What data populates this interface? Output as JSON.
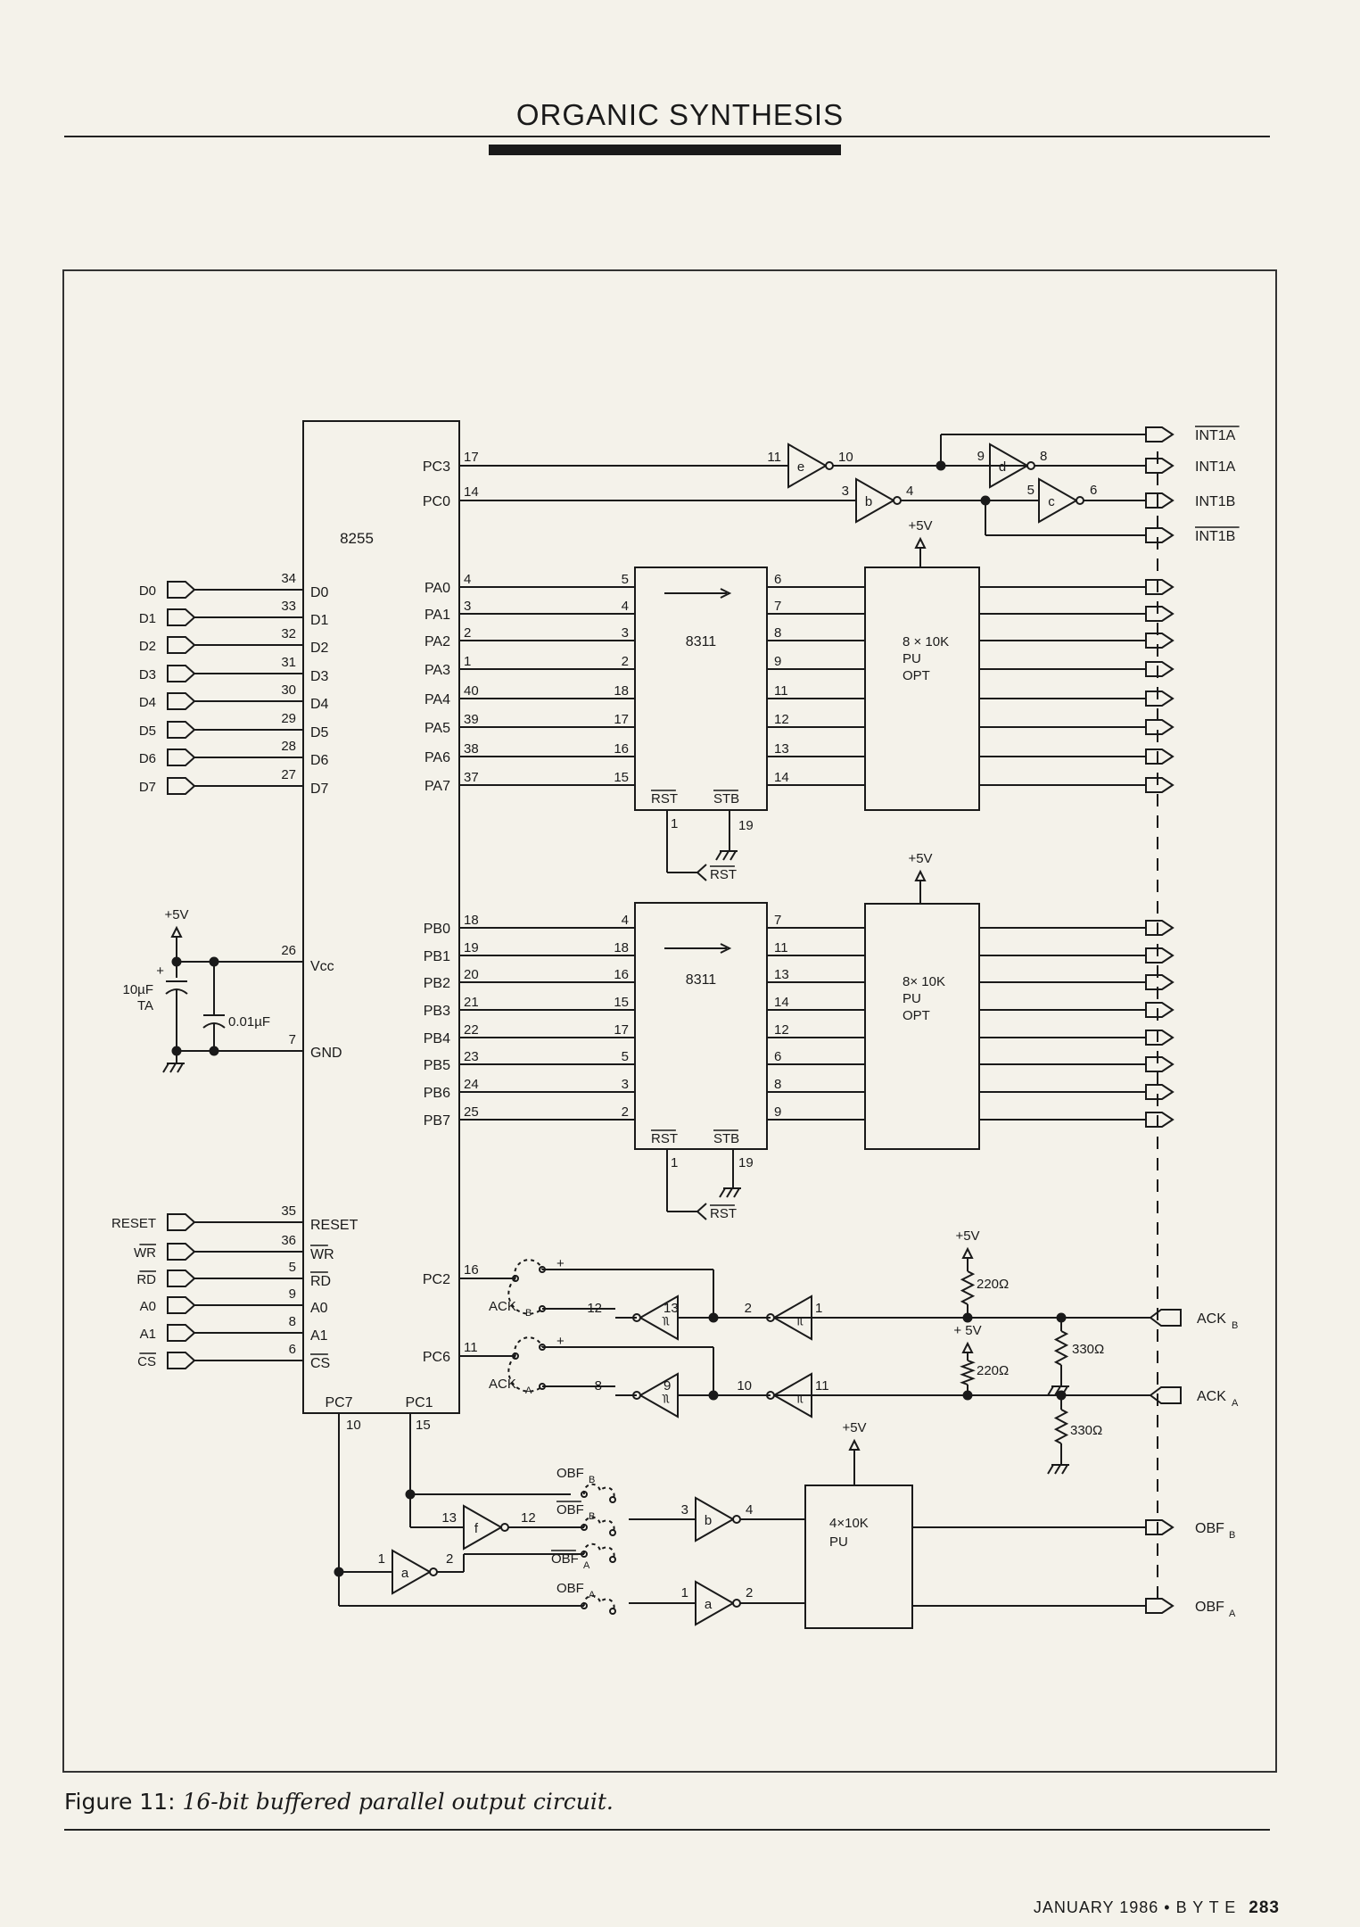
{
  "header": {
    "title": "ORGANIC SYNTHESIS"
  },
  "figure": {
    "caption_label": "Figure 11:",
    "caption_text": "16-bit buffered parallel output circuit.",
    "chip_8255": {
      "name": "8255",
      "pc_top": [
        {
          "label": "PC3",
          "pin": "17"
        },
        {
          "label": "PC0",
          "pin": "14"
        }
      ],
      "data_inputs": [
        "D0",
        "D1",
        "D2",
        "D3",
        "D4",
        "D5",
        "D6",
        "D7"
      ],
      "data_pins": [
        "34",
        "33",
        "32",
        "31",
        "30",
        "29",
        "28",
        "27"
      ],
      "data_labels": [
        "D0",
        "D1",
        "D2",
        "D3",
        "D4",
        "D5",
        "D6",
        "D7"
      ],
      "pa_labels": [
        "PA0",
        "PA1",
        "PA2",
        "PA3",
        "PA4",
        "PA5",
        "PA6",
        "PA7"
      ],
      "pa_pins": [
        "4",
        "3",
        "2",
        "1",
        "40",
        "39",
        "38",
        "37"
      ],
      "pb_labels": [
        "PB0",
        "PB1",
        "PB2",
        "PB3",
        "PB4",
        "PB5",
        "PB6",
        "PB7"
      ],
      "pb_pins": [
        "18",
        "19",
        "20",
        "21",
        "22",
        "23",
        "24",
        "25"
      ],
      "vcc_label": "Vcc",
      "vcc_pin": "26",
      "gnd_label": "GND",
      "gnd_pin": "7",
      "ctrl_inputs": [
        "RESET",
        "WR",
        "RD",
        "A0",
        "A1",
        "CS"
      ],
      "ctrl_pins": [
        "35",
        "36",
        "5",
        "9",
        "8",
        "6"
      ],
      "ctrl_labels": [
        "RESET",
        "WR",
        "RD",
        "A0",
        "A1",
        "CS"
      ],
      "pc2": {
        "label": "PC2",
        "pin": "16"
      },
      "pc6": {
        "label": "PC6",
        "pin": "11"
      },
      "pc7": {
        "label": "PC7",
        "pin": "10"
      },
      "pc1": {
        "label": "PC1",
        "pin": "15"
      }
    },
    "chip_8311_a": {
      "name": "8311",
      "in_pins": [
        "5",
        "4",
        "3",
        "2",
        "18",
        "17",
        "16",
        "15"
      ],
      "out_pins": [
        "6",
        "7",
        "8",
        "9",
        "11",
        "12",
        "13",
        "14"
      ],
      "rst": "RST",
      "stb": "STB",
      "rst_pin": "1",
      "stb_pin": "19",
      "rst_signal": "RST"
    },
    "chip_8311_b": {
      "name": "8311",
      "in_pins": [
        "4",
        "18",
        "16",
        "15",
        "17",
        "5",
        "3",
        "2"
      ],
      "out_pins": [
        "7",
        "11",
        "13",
        "14",
        "12",
        "6",
        "8",
        "9"
      ],
      "rst": "RST",
      "stb": "STB",
      "rst_pin": "1",
      "stb_pin": "19",
      "rst_signal": "RST"
    },
    "pullup_a": {
      "line1": "8 × 10K",
      "line2": "PU",
      "line3": "OPT"
    },
    "pullup_b": {
      "line1": "8× 10K",
      "line2": "PU",
      "line3": "OPT"
    },
    "pullup_c": {
      "line1": "4×10K",
      "line2": "PU"
    },
    "supply": "+5V",
    "supply_alt": "+ 5V",
    "cap_10uf": {
      "line1": "10µF",
      "line2": "TA",
      "plus": "+"
    },
    "cap_001uf": "0.01µF",
    "interrupts": [
      "INT1A",
      "INT1A",
      "INT1B",
      "INT1B"
    ],
    "int_gates": {
      "e": "e",
      "b": "b",
      "d": "d",
      "c": "c"
    },
    "int_pins": {
      "e_in": "11",
      "e_out": "10",
      "b_in": "3",
      "b_out": "4",
      "d_in": "9",
      "d_out": "8",
      "c_in": "5",
      "c_out": "6"
    },
    "ack_b": {
      "label": "ACK",
      "sub": "B",
      "in_pin": "1",
      "out_pin": "2",
      "g2_in": "13",
      "g2_out": "12",
      "jumper": "ACK",
      "jsub": "B",
      "port_pin": "16"
    },
    "ack_a": {
      "label": "ACK",
      "sub": "A",
      "in_pin": "11",
      "out_pin": "10",
      "g2_in": "9",
      "g2_out": "8",
      "jumper": "ACK",
      "jsub": "A",
      "port_pin": "11"
    },
    "plus": "+",
    "minus": "-",
    "r220": "220Ω",
    "r330": "330Ω",
    "obf": {
      "obfb": "OBF",
      "obfb_sub": "B",
      "obfa": "OBF",
      "obfa_sub": "A",
      "gate_f": "f",
      "gate_a": "a",
      "gate_b": "b",
      "f_in": "13",
      "f_out": "12",
      "a1_in": "1",
      "a1_out": "2",
      "b_in": "3",
      "b_out": "4",
      "a2_in": "1",
      "a2_out": "2"
    },
    "gate_pin_10": "10",
    "gate_pin_11": "11"
  },
  "footer": {
    "issue": "JANUARY 1986 • B Y T E",
    "page": "283"
  }
}
